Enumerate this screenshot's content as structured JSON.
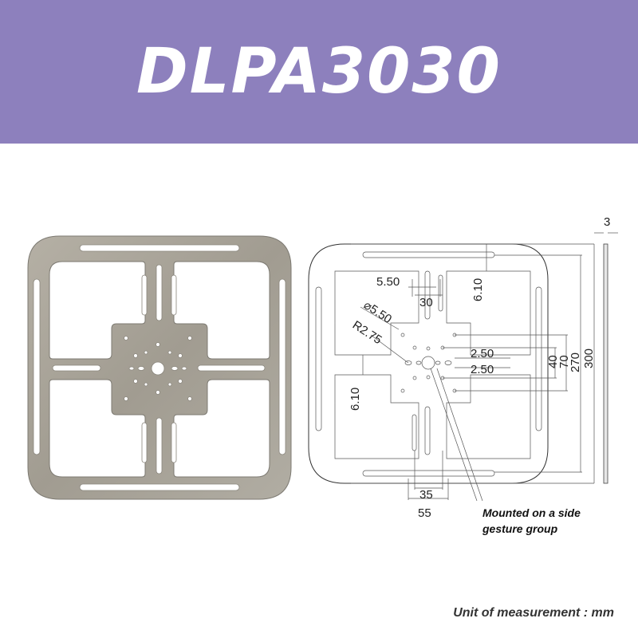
{
  "header": {
    "title": "DLPA3030",
    "background_color": "#8d80bd"
  },
  "product_render": {
    "plate_color": "#a8a398",
    "edge_color": "#7d7a72"
  },
  "drawing": {
    "dimensions": {
      "thickness": "3",
      "slot_width": "5.50",
      "slot_spacing": "30",
      "edge_offset_top": "6.10",
      "hole_diameter": "⌀5.50",
      "slot_radius": "R2.75",
      "gap_upper": "2.50",
      "gap_lower": "2.50",
      "hole_spacing_40": "40",
      "hole_spacing_70": "70",
      "inner_270": "270",
      "overall_300": "300",
      "edge_offset_left": "6.10",
      "hole_spacing_35": "35",
      "hole_spacing_55": "55"
    },
    "note_line1": "Mounted on a side",
    "note_line2": "gesture group"
  },
  "footer": {
    "unit_text": "Unit of measurement : mm"
  }
}
